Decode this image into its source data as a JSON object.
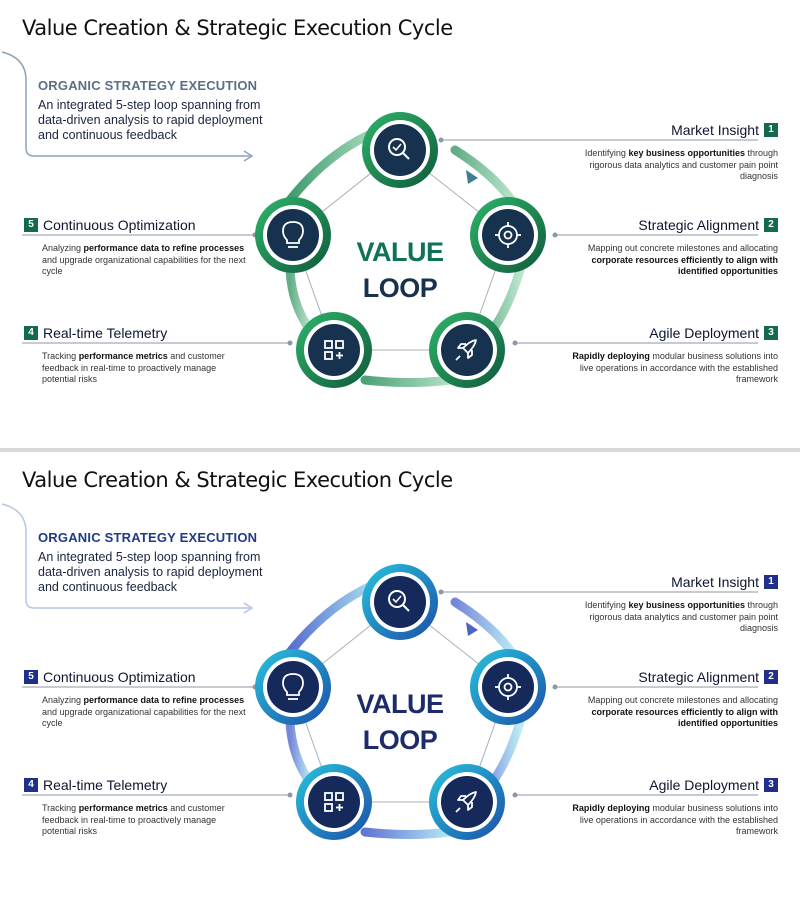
{
  "panels": [
    {
      "variant": "green",
      "title": "Value Creation & Strategic Execution Cycle",
      "intro": {
        "heading": "ORGANIC STRATEGY EXECUTION",
        "description": "An integrated 5-step loop spanning from data-driven analysis to rapid deployment and continuous feedback"
      },
      "center": {
        "line1": "VALUE",
        "line2": "LOOP"
      },
      "colors": {
        "ring_dark": "#0f5a3b",
        "ring_light": "#2fb56a",
        "node_fill": "#16324e",
        "accent": "#136a4c"
      }
    },
    {
      "variant": "blue",
      "title": "Value Creation & Strategic Execution Cycle",
      "intro": {
        "heading": "ORGANIC STRATEGY EXECUTION",
        "description": "An integrated 5-step loop spanning from data-driven analysis to rapid deployment and continuous feedback"
      },
      "center": {
        "line1": "VALUE",
        "line2": "LOOP"
      },
      "colors": {
        "ring_dark": "#1b4fa8",
        "ring_light": "#29c3dd",
        "node_fill": "#15295a",
        "accent": "#1f2f8a"
      }
    }
  ],
  "steps": [
    {
      "num": "1",
      "label": "Market Insight",
      "icon": "magnifier-icon",
      "desc_pre": "Identifying ",
      "desc_bold": "key business opportunities",
      "desc_post": " through rigorous data analytics and customer pain point diagnosis"
    },
    {
      "num": "2",
      "label": "Strategic Alignment",
      "icon": "target-icon",
      "desc_pre": "Mapping out concrete milestones and allocating ",
      "desc_bold": "corporate resources efficiently to align with identified opportunities",
      "desc_post": ""
    },
    {
      "num": "3",
      "label": "Agile Deployment",
      "icon": "rocket-icon",
      "desc_pre": "",
      "desc_bold": "Rapidly deploying",
      "desc_post": " modular business solutions into live operations in accordance with the established framework"
    },
    {
      "num": "4",
      "label": "Real-time Telemetry",
      "icon": "grid-plus-icon",
      "desc_pre": "Tracking ",
      "desc_bold": "performance metrics",
      "desc_post": " and customer feedback in real-time to proactively manage potential risks"
    },
    {
      "num": "5",
      "label": "Continuous Optimization",
      "icon": "lightbulb-icon",
      "desc_pre": "Analyzing ",
      "desc_bold": "performance data to refine processes",
      "desc_post": " and upgrade organizational capabilities for the next cycle"
    }
  ]
}
